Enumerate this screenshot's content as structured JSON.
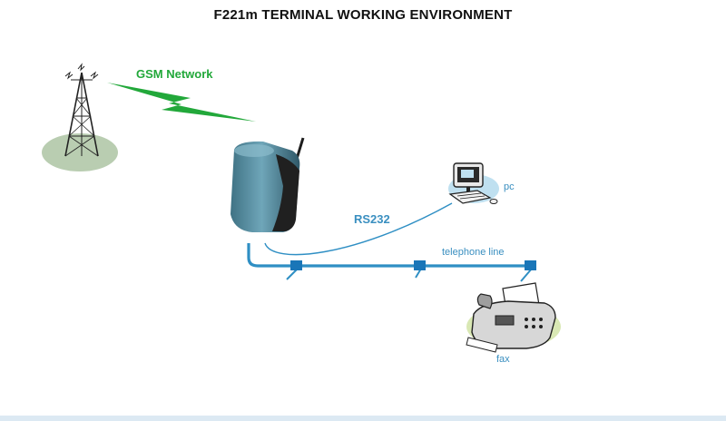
{
  "title": "F221m TERMINAL WORKING ENVIRONMENT",
  "labels": {
    "gsm": "GSM Network",
    "rs232": "RS232",
    "pc": "pc",
    "telephone_line": "telephone line",
    "fax": "fax"
  },
  "colors": {
    "gsm_green": "#22a83a",
    "line_blue": "#2f8fc4",
    "label_blue": "#3a8fc0",
    "connector_blue": "#1976b8",
    "shadow_green": "#b9cdb1"
  },
  "icons": [
    "tower-icon",
    "lightning-icon",
    "terminal-icon",
    "pc-icon",
    "fax-icon"
  ]
}
